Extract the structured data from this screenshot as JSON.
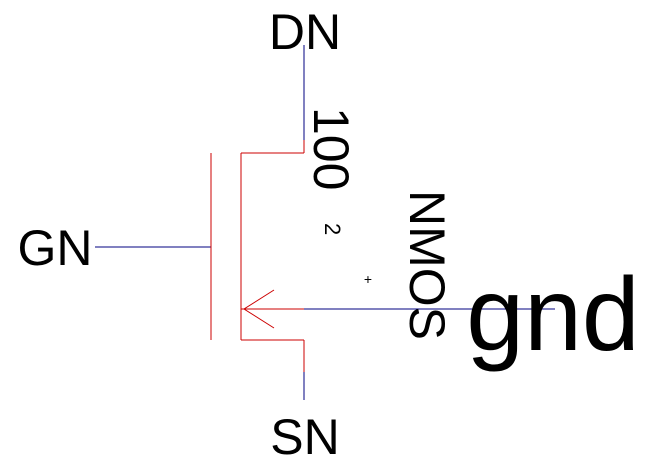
{
  "schematic": {
    "type": "NMOS transistor symbol",
    "pins": {
      "drain": "DN",
      "gate": "GN",
      "source": "SN",
      "bulk": "gnd"
    },
    "device_label": "NMOS",
    "width_value": "100",
    "length_value": "2",
    "origin_marker": "+"
  },
  "colors": {
    "device": "#cc0000",
    "wire": "#000080",
    "text": "#000000",
    "background": "#ffffff"
  }
}
